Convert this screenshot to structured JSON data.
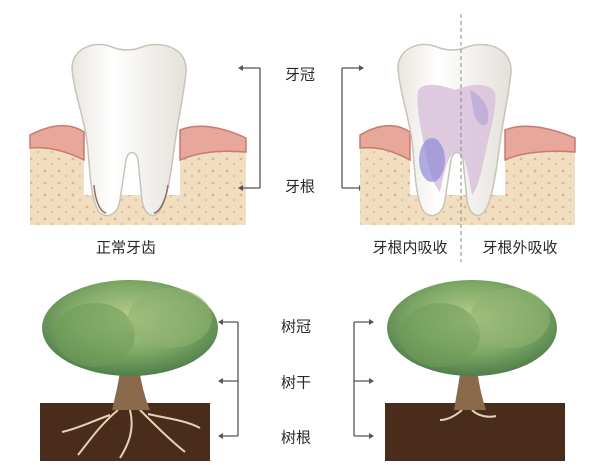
{
  "teeth": {
    "crown_label": "牙冠",
    "root_label": "牙根",
    "normal_caption": "正常牙齿",
    "internal_caption": "牙根内吸收",
    "external_caption": "牙根外吸收"
  },
  "trees": {
    "crown_label": "树冠",
    "trunk_label": "树干",
    "root_label": "树根"
  },
  "colors": {
    "gum": "#e8a79b",
    "gum_edge": "#c97a70",
    "bone": "#f1ddc0",
    "enamel": "#fbf9f3",
    "pulp": "#c9a6cf",
    "resorption": "#8f8ad6",
    "soil": "#4a2c1c",
    "foliage": "#6f9c5a",
    "bark": "#8a6a4a"
  }
}
